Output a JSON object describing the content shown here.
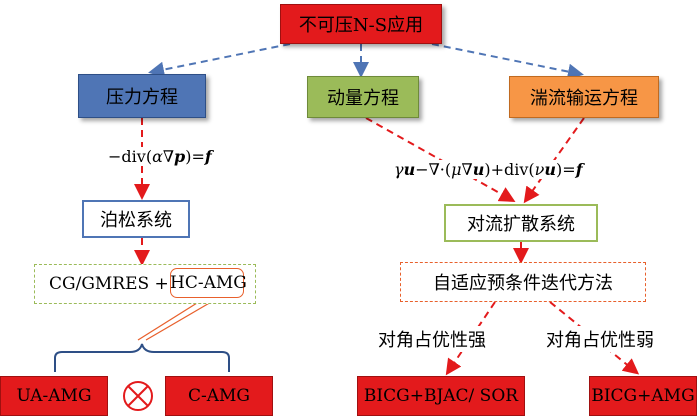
{
  "nodes": {
    "root": "不可压N-S应用",
    "pressure_eq": "压力方程",
    "momentum_eq": "动量方程",
    "turbulence_eq": "湍流输运方程",
    "poisson_system": "泊松系统",
    "convection_diffusion_system": "对流扩散系统",
    "cg_gmres": "CG/GMRES +",
    "hc_amg": "HC-AMG",
    "adaptive_precond": "自适应预条件迭代方法",
    "ua_amg": "UA-AMG",
    "c_amg": "C-AMG",
    "strong_label": "对角占优性强",
    "weak_label": "对角占优性弱",
    "bicg_bjac_sor": "BICG+BJAC/ SOR",
    "bicg_amg": "BICG+AMG"
  },
  "equations": {
    "pressure": {
      "minus": "−",
      "div": "div",
      "open": "(",
      "alpha": "α",
      "nabla": "∇",
      "p": "p",
      "close": ")",
      "equals": "=",
      "f": "f"
    },
    "momentum": {
      "gamma": "γ",
      "u1": "u",
      "minus": "−∇·",
      "open1": "(",
      "mu": "μ",
      "nabla": "∇",
      "u2": "u",
      "close1": ")",
      "plus_div": "+div",
      "open2": "(",
      "nu": "ν",
      "u3": "u",
      "close2": ")",
      "equals": "=",
      "f": "f"
    }
  },
  "colors": {
    "red": "#e31a1c",
    "blue": "#4f75b5",
    "green": "#9bbb59",
    "orange": "#f79646",
    "arrow_blue": "#4f75b5",
    "arrow_red": "#e31a1c"
  },
  "icons": {
    "tensor": "circled-times-icon"
  }
}
